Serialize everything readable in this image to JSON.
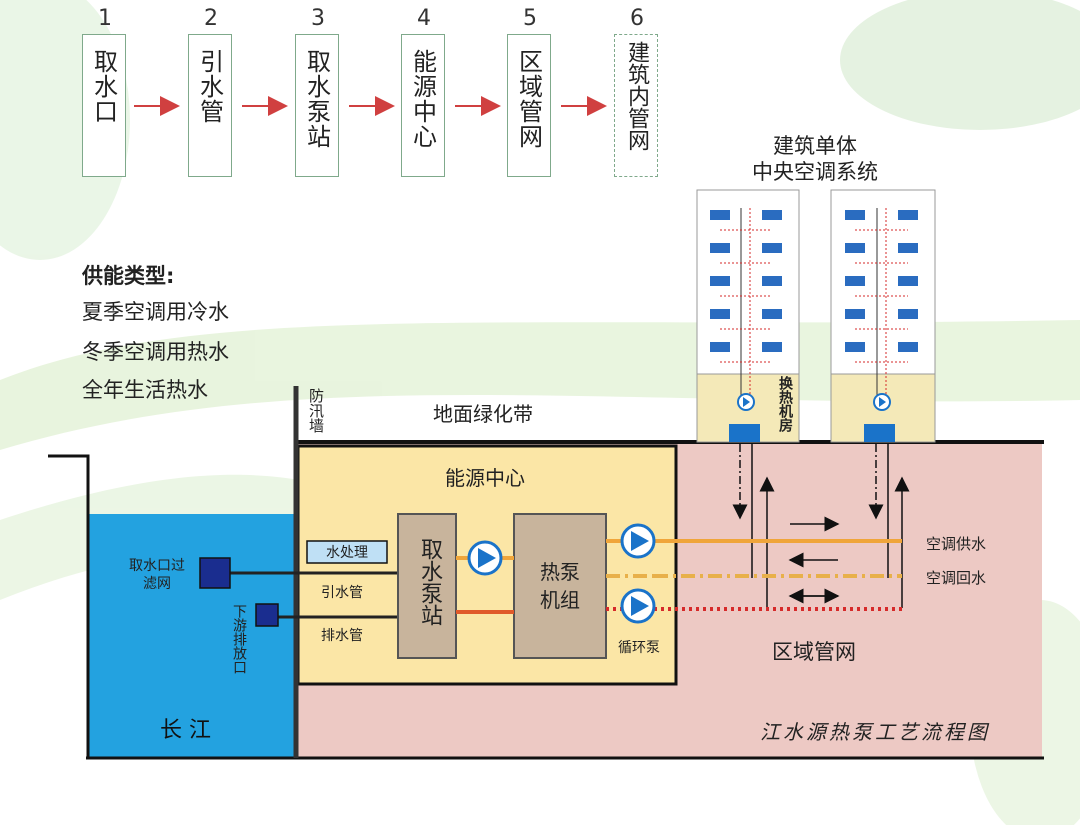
{
  "flow_steps": [
    {
      "num": "1",
      "label": "取水口"
    },
    {
      "num": "2",
      "label": "引水管"
    },
    {
      "num": "3",
      "label": "取水泵站"
    },
    {
      "num": "4",
      "label": "能源中心"
    },
    {
      "num": "5",
      "label": "区域管网"
    },
    {
      "num": "6",
      "label": "建筑内管网"
    }
  ],
  "supply": {
    "heading": "供能类型:",
    "items": [
      "夏季空调用冷水",
      "冬季空调用热水",
      "全年生活热水"
    ]
  },
  "building": {
    "title_line1": "建筑单体",
    "title_line2": "中央空调系统",
    "exchanger_room": "换热机房"
  },
  "diagram": {
    "flood_wall": "防汛墙",
    "green_belt": "地面绿化带",
    "energy_center": "能源中心",
    "water_treatment": "水处理",
    "intake_pump_station": "取水泵站",
    "heat_pump_unit": "热泵机组",
    "circulation_pump": "循环泵",
    "intake_filter": "取水口过滤网",
    "intake_pipe": "引水管",
    "drain_pipe": "排水管",
    "downstream_outlet": "下游排放口",
    "river": "长 江",
    "district_network": "区域管网",
    "ac_supply": "空调供水",
    "ac_return": "空调回水",
    "caption": "江水源热泵工艺流程图"
  },
  "colors": {
    "river": "#23a2e0",
    "energy_center": "#fbe6a6",
    "district": "#edc9c4",
    "equipment": "#c8b49c",
    "pump": "#1a73c9",
    "arrow": "#d04040",
    "supply_line": "#f0a53a",
    "return_line": "#e8b04a",
    "red_dotted": "#d62a2a"
  }
}
